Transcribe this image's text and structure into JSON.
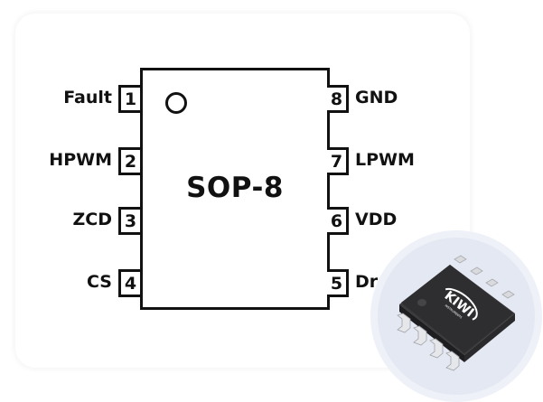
{
  "package": "SOP-8",
  "pins_left": [
    {
      "number": "1",
      "name": "Fault"
    },
    {
      "number": "2",
      "name": "HPWM"
    },
    {
      "number": "3",
      "name": "ZCD"
    },
    {
      "number": "4",
      "name": "CS"
    }
  ],
  "pins_right": [
    {
      "number": "8",
      "name": "GND"
    },
    {
      "number": "7",
      "name": "LPWM"
    },
    {
      "number": "6",
      "name": "VDD"
    },
    {
      "number": "5",
      "name": "Drain"
    }
  ],
  "photo": {
    "logo_text": "KIWI",
    "logo_subtext": "INSTRUMENTS",
    "colors": {
      "ring": "#eef1f8",
      "disc": "#e3e8f3",
      "chip": "#2b2b2d"
    }
  }
}
